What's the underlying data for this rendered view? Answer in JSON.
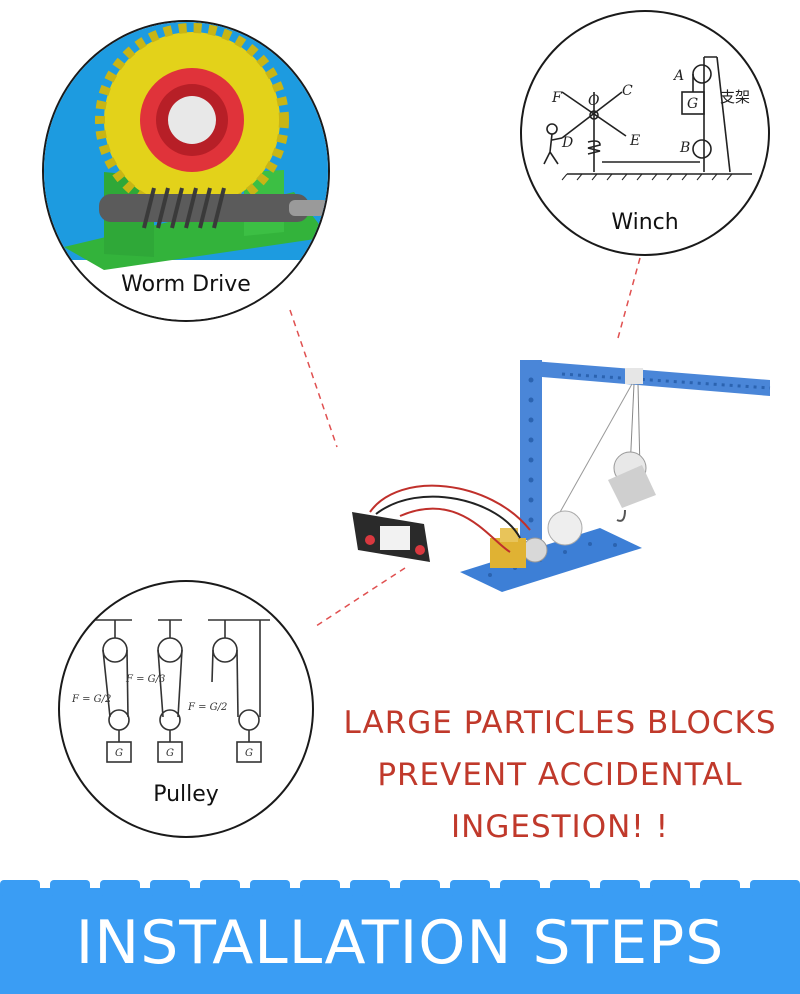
{
  "circles": {
    "worm_drive": {
      "label": "Worm Drive",
      "icon": "worm-gear-icon"
    },
    "winch": {
      "label": "Winch",
      "diagram_labels": {
        "a": "A",
        "b": "B",
        "c": "C",
        "d": "D",
        "e": "E",
        "f": "F",
        "o": "O",
        "g": "G",
        "support": "支架"
      }
    },
    "pulley": {
      "label": "Pulley",
      "formulas": [
        "F = G/2",
        "F = G/3",
        "F = G/2"
      ],
      "weight_label": "G"
    }
  },
  "warning": {
    "line1": "LARGE PARTICLES BLOCKS",
    "line2": "PREVENT ACCIDENTAL",
    "line3": "INGESTION! !"
  },
  "banner": {
    "title": "INSTALLATION STEPS"
  },
  "colors": {
    "warning": "#c0392b",
    "banner": "#3a9df4",
    "crane_blue": "#4a86d8",
    "leader": "#e05050"
  }
}
